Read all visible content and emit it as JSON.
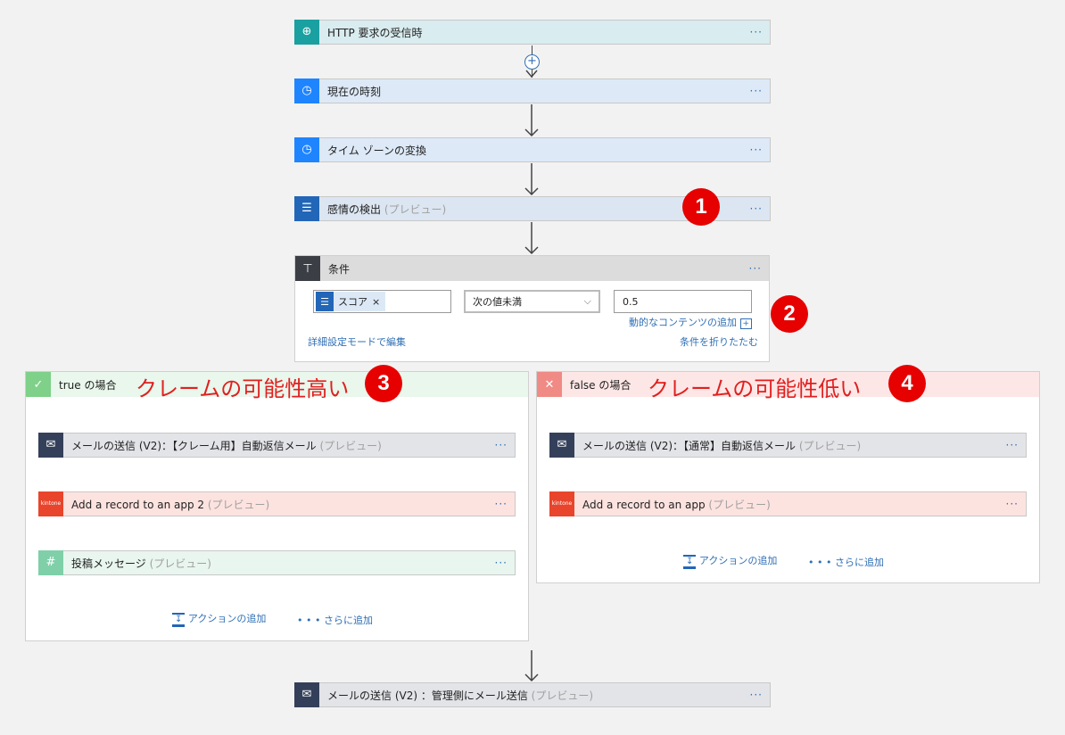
{
  "flow": [
    {
      "label": "HTTP 要求の受信時",
      "preview": "",
      "icon": "globe-icon"
    },
    {
      "label": "現在の時刻",
      "preview": "",
      "icon": "clock-icon"
    },
    {
      "label": "タイム ゾーンの変換",
      "preview": "",
      "icon": "clock-icon"
    },
    {
      "label": "感情の検出",
      "preview": "(プレビュー)",
      "icon": "text-lines-icon"
    }
  ],
  "more": "···",
  "condition": {
    "title": "条件",
    "token": "スコア",
    "token_remove": "×",
    "operator": "次の値未満",
    "value": "0.5",
    "dynamic": "動的なコンテンツの追加",
    "advanced": "詳細設定モードで編集",
    "collapse": "条件を折りたたむ"
  },
  "true_branch": {
    "title": "true の場合",
    "annotation": "クレームの可能性高い",
    "actions": [
      {
        "label": "メールの送信 (V2)：【クレーム用】自動返信メール",
        "preview": "(プレビュー)"
      },
      {
        "label": "Add a record to an app 2",
        "preview": "(プレビュー)",
        "logo": "kintone"
      },
      {
        "label": "投稿メッセージ",
        "preview": "(プレビュー)"
      }
    ]
  },
  "false_branch": {
    "title": "false の場合",
    "annotation": "クレームの可能性低い",
    "actions": [
      {
        "label": "メールの送信 (V2)：【通常】自動返信メール",
        "preview": "(プレビュー)"
      },
      {
        "label": "Add a record to an app",
        "preview": "(プレビュー)",
        "logo": "kintone"
      }
    ]
  },
  "add_action": "アクションの追加",
  "add_more": "さらに追加",
  "more_dots": "• • •",
  "final": {
    "label": "メールの送信 (V2) ：管理側にメール送信",
    "preview": "(プレビュー)"
  },
  "badges": [
    "1",
    "2",
    "3",
    "4"
  ]
}
